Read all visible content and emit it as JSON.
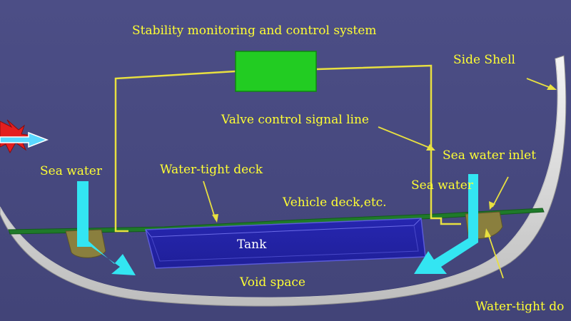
{
  "labels": {
    "system": "Stability monitoring and control system",
    "side_shell": "Side Shell",
    "valve_line": "Valve control signal line",
    "sea_water_left": "Sea water",
    "water_tight_deck": "Water-tight deck",
    "sea_water_inlet": "Sea water inlet",
    "sea_water_right": "Sea water",
    "vehicle_deck": "Vehicle deck,etc.",
    "tank": "Tank",
    "void_space": "Void space",
    "water_tight_door": "Water-tight do"
  },
  "colors": {
    "background": "#4a4c82",
    "label": "#ffff33",
    "signal_line": "#e8e040",
    "controller": "#22cc22",
    "water_arrow": "#33e5f2",
    "tank": "#2a2ab8",
    "deck": "#1f7a2a",
    "hull": "#dcdcdc",
    "inlet": "#8a7f3e",
    "burst": "#e41f1f"
  },
  "icons": {
    "burst": "damage-burst-icon"
  }
}
